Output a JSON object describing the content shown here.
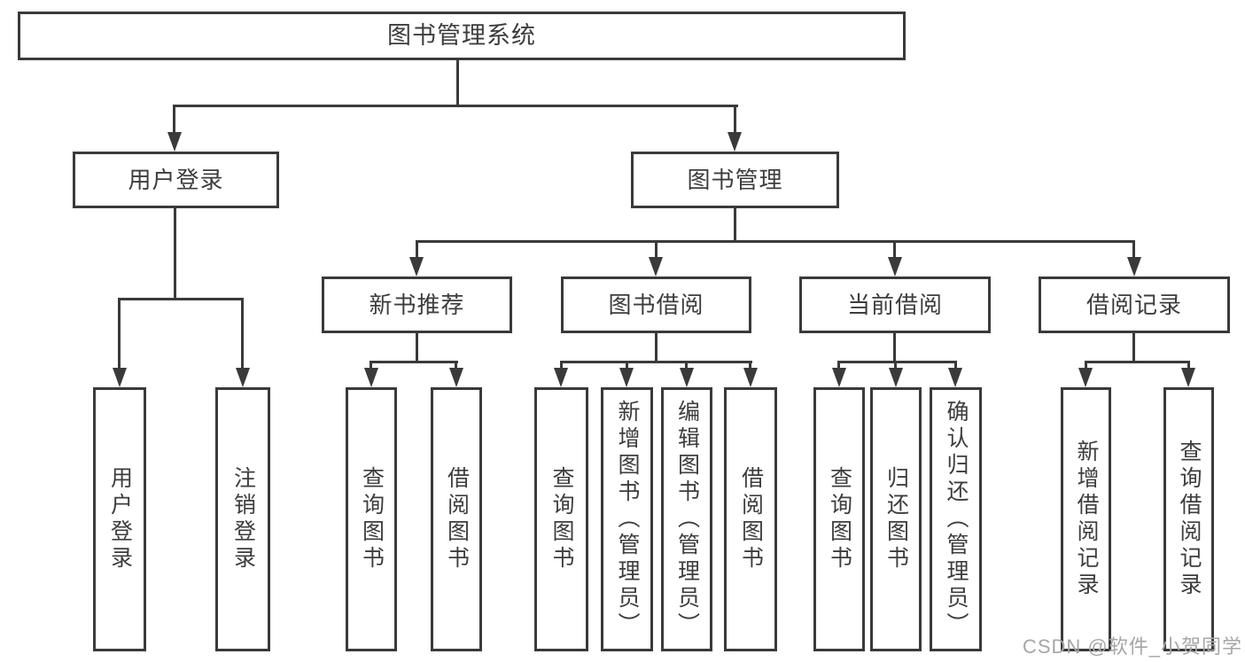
{
  "diagram": {
    "root": {
      "label": "图书管理系统"
    },
    "children": [
      {
        "label": "用户登录",
        "children": [
          {
            "label": "用户登录"
          },
          {
            "label": "注销登录"
          }
        ]
      },
      {
        "label": "图书管理",
        "children": [
          {
            "label": "新书推荐",
            "children": [
              {
                "label": "查询图书"
              },
              {
                "label": "借阅图书"
              }
            ]
          },
          {
            "label": "图书借阅",
            "children": [
              {
                "label": "查询图书"
              },
              {
                "label": "新增图书（管理员）"
              },
              {
                "label": "编辑图书（管理员）"
              },
              {
                "label": "借阅图书"
              }
            ]
          },
          {
            "label": "当前借阅",
            "children": [
              {
                "label": "查询图书"
              },
              {
                "label": "归还图书"
              },
              {
                "label": "确认归还（管理员）"
              }
            ]
          },
          {
            "label": "借阅记录",
            "children": [
              {
                "label": "新增借阅记录"
              },
              {
                "label": "查询借阅记录"
              }
            ]
          }
        ]
      }
    ]
  },
  "watermark": "CSDN @软件_小贺同学",
  "colors": {
    "line": "#3a3a3a",
    "text": "#3d3d3d",
    "background": "#ffffff",
    "watermark": "#a6a6a6"
  }
}
